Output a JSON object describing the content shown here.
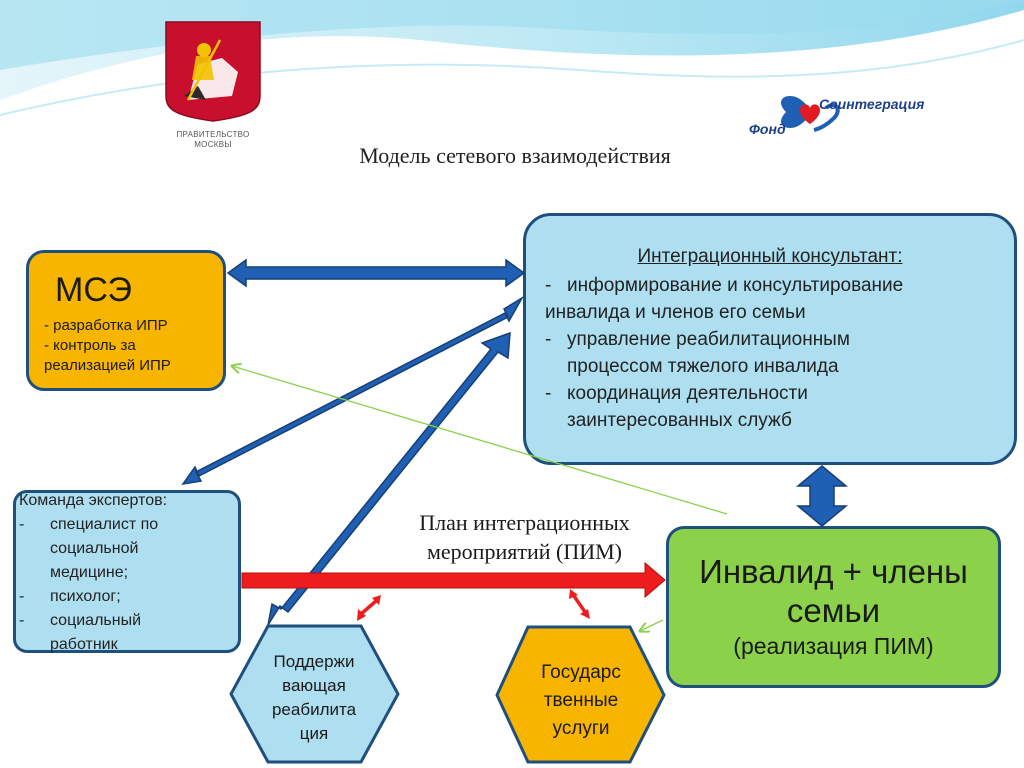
{
  "header": {
    "government_label_line1": "ПРАВИТЕЛЬСТВО",
    "government_label_line2": "МОСКВЫ",
    "fund_word1": "Фонд",
    "fund_word2": "Соинтеграция",
    "title": "Модель сетевого взаимодействия"
  },
  "mse": {
    "title": "МСЭ",
    "lines": [
      "- разработка ИПР",
      "- контроль за",
      "реализацией ИПР"
    ]
  },
  "consultant": {
    "title": "Интеграционный консультант:",
    "items": [
      {
        "dash": "-",
        "line1": "информирование и консультирование",
        "line2": "инвалида и членов его семьи"
      },
      {
        "dash": "-",
        "line1": "управление реабилитационным",
        "line2": "процессом тяжелого инвалида"
      },
      {
        "dash": "-",
        "line1": "координация деятельности",
        "line2": "заинтересованных служб"
      }
    ]
  },
  "experts": {
    "title": "Команда экспертов:",
    "items": [
      {
        "dash": "-",
        "line1": "специалист по",
        "line2": "социальной",
        "line3": "медицине;"
      },
      {
        "dash": "-",
        "line1": "психолог;"
      },
      {
        "dash": "-",
        "line1": "социальный",
        "line2": "работник"
      }
    ]
  },
  "plan": {
    "line1": "План интеграционных",
    "line2": "мероприятий  (ПИМ)"
  },
  "family": {
    "line1": "Инвалид + члены",
    "line2": "семьи",
    "line3": "(реализация ПИМ)"
  },
  "support_rehab": {
    "line1": "Поддержи",
    "line2": "вающая",
    "line3": "реабилита",
    "line4": "ция"
  },
  "state_services": {
    "line1": "Государс",
    "line2": "твенные",
    "line3": "услуги"
  },
  "colors": {
    "blue_arrow": "#1f5fb4",
    "red_arrow": "#ee1c1c",
    "green_arrow": "#8cd14a",
    "mse_fill": "#f7b500",
    "light_blue_fill": "#aedff0",
    "green_fill": "#8cd14a",
    "border": "#1e4f7d"
  }
}
